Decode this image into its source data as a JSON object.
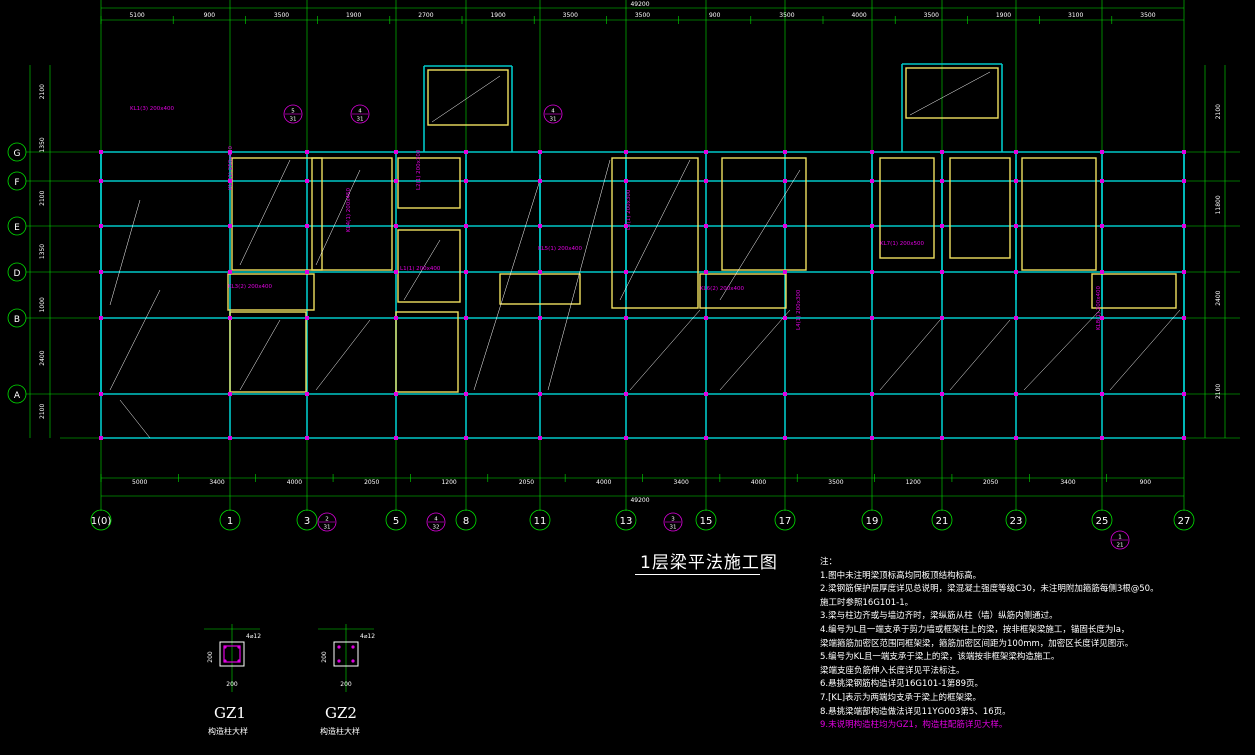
{
  "drawing": {
    "title": "1层梁平法施工图",
    "colors": {
      "background": "#000000",
      "dimension": "#00e000",
      "axis": "#00e000",
      "beam": "#00c8c8",
      "wall": "#f0e060",
      "label": "#e000e0",
      "text": "#ffffff"
    }
  },
  "top_dims": [
    "5100",
    "900",
    "3500",
    "1900",
    "2700",
    "1900",
    "3500",
    "3500",
    "900",
    "3500",
    "4000",
    "3500",
    "1900",
    "3100",
    "3500"
  ],
  "bottom_dims": [
    "5000",
    "3400",
    "4000",
    "2050",
    "1200",
    "2050",
    "4000",
    "3400",
    "4000",
    "3500",
    "1200",
    "2050",
    "3400",
    "900"
  ],
  "total_dim": "49200",
  "axes_x": [
    {
      "label": "1(0)"
    },
    {
      "label": "1"
    },
    {
      "label": "3"
    },
    {
      "label": "5"
    },
    {
      "label": "8"
    },
    {
      "label": "11"
    },
    {
      "label": "13"
    },
    {
      "label": "15"
    },
    {
      "label": "17"
    },
    {
      "label": "19"
    },
    {
      "label": "21"
    },
    {
      "label": "23"
    },
    {
      "label": "25"
    },
    {
      "label": "27"
    }
  ],
  "axes_y": [
    {
      "label": "G"
    },
    {
      "label": "F"
    },
    {
      "label": "E"
    },
    {
      "label": "D"
    },
    {
      "label": "B"
    },
    {
      "label": "A"
    }
  ],
  "left_dims": [
    "2100",
    "1350",
    "2100",
    "1350",
    "1000",
    "2400",
    "2100"
  ],
  "right_dims": [
    "2100",
    "11800",
    "2400",
    "2100"
  ],
  "section_marks": [
    {
      "num": "5",
      "den": "31"
    },
    {
      "num": "4",
      "den": "31"
    },
    {
      "num": "4",
      "den": "31"
    },
    {
      "num": "2",
      "den": "31"
    },
    {
      "num": "4",
      "den": "32"
    },
    {
      "num": "3",
      "den": "31"
    },
    {
      "num": "1",
      "den": "21"
    }
  ],
  "beam_labels": [
    "KL1(3) 200x400",
    "KL2(1) 250x400",
    "KL3(2) 200x400",
    "KL4(1) 200x450",
    "L1(1) 200x400",
    "L2(1) 200x300",
    "KL5(1) 200x400",
    "L3(1) 200x300",
    "KL6(2) 200x400",
    "L4(1) 200x300",
    "KL7(1) 200x500",
    "KL8(1) 200x400"
  ],
  "notes_heading": "注：",
  "notes": [
    "1.图中未注明梁顶标高均同板顶结构标高。",
    "2.梁钢筋保护层厚度详见总说明，梁混凝土强度等级C30，未注明附加箍筋每侧3根@50。",
    "   施工时参照16G101-1。",
    "3.梁与柱边齐或与墙边齐时，梁纵筋从柱（墙）纵筋内侧通过。",
    "4.编号为L且一端支承于剪力墙或框架柱上的梁，按非框架梁施工，锚固长度为la，",
    "   梁端箍筋加密区范围同框架梁，箍筋加密区间距为100mm，加密区长度详见图示。",
    "5.编号为KL且一端支承于梁上的梁，该端按非框架梁构造施工。",
    "   梁端支座负筋伸入长度详见平法标注。",
    "6.悬挑梁钢筋构造详见16G101-1第89页。",
    "7.[KL]表示为两端均支承于梁上的框架梁。",
    "8.悬挑梁端部构造做法详见11YG003第5、16页。",
    "9.未说明构造柱均为GZ1，构造柱配筋详见大样。"
  ],
  "details": [
    {
      "name": "GZ1",
      "sub": "构造柱大样",
      "dim_w": "200",
      "dim_h": "200",
      "rebar": "4⌀12"
    },
    {
      "name": "GZ2",
      "sub": "构造柱大样",
      "dim_w": "200",
      "dim_h": "200",
      "rebar": "4⌀12"
    }
  ]
}
